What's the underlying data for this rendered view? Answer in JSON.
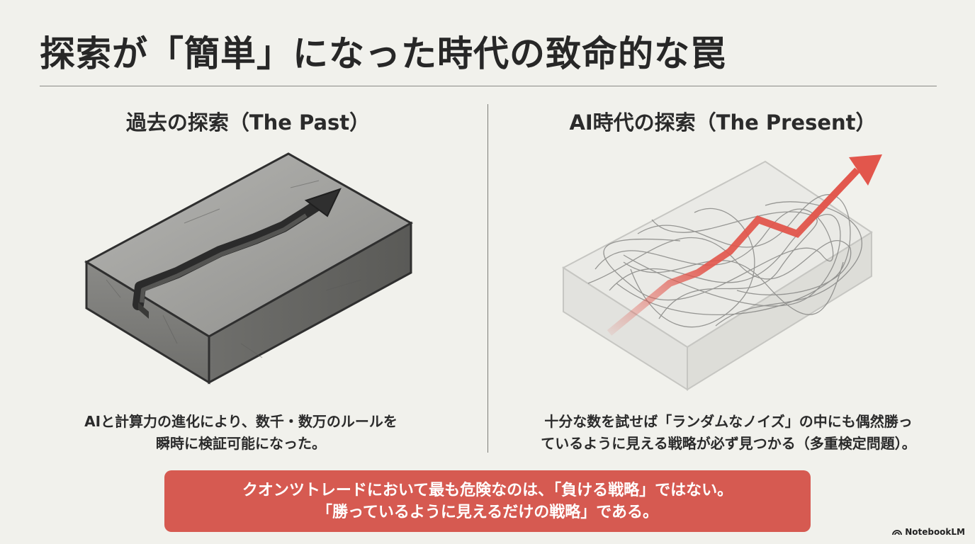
{
  "title": "探索が「簡単」になった時代の致命的な罠",
  "past": {
    "heading": "過去の探索（The Past）",
    "caption": "AIと計算力の進化により、数千・数万のルールを\n瞬時に検証可能になった。"
  },
  "present": {
    "heading": "AI時代の探索（The Present）",
    "caption": "十分な数を試せば「ランダムなノイズ」の中にも偶然勝っ\nているように見える戦略が必ず見つかる（多重検定問題）。"
  },
  "banner": {
    "line1": "クオンツトレードにおいて最も危険なのは、「負ける戦略」ではない。",
    "line2": "「勝っているように見えるだけの戦略」である。"
  },
  "brand": {
    "label": "NotebookLM",
    "icon": "notebooklm-logo-icon"
  },
  "colors": {
    "accent": "#d65a51",
    "background": "#f1f1ec",
    "arrow": "#e2564c"
  }
}
